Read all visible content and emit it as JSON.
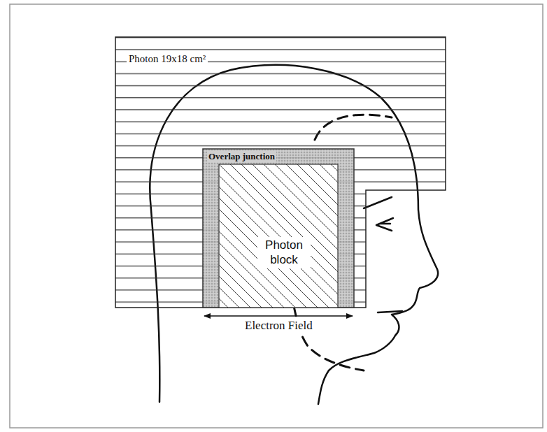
{
  "diagram": {
    "nodes": [
      {
        "text": [
          "Photon 19x18 cm²"
        ]
      },
      {
        "text": [
          "Overlap junction"
        ],
        "in": 0
      },
      {
        "text": [
          "Photon block"
        ],
        "in": 1
      }
    ],
    "labels": [
      "Electron Field"
    ]
  }
}
